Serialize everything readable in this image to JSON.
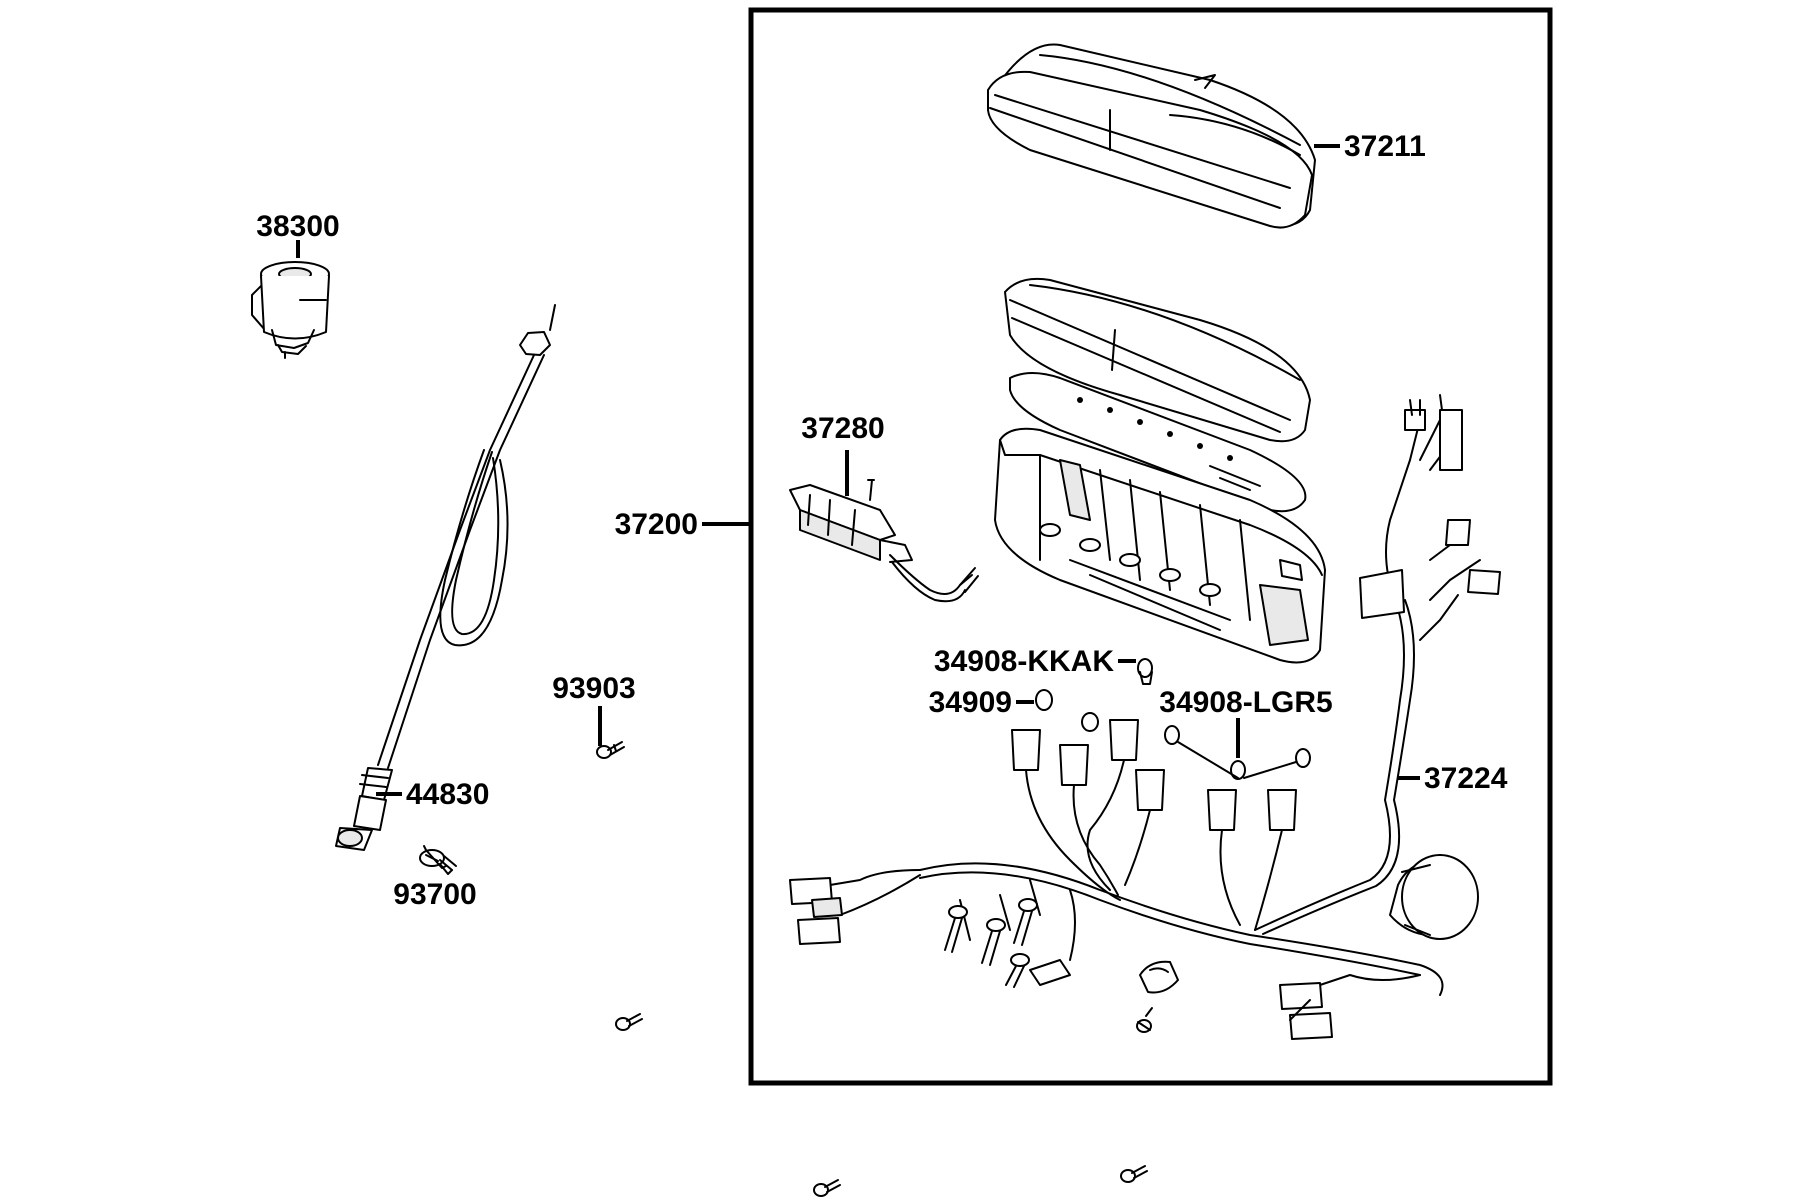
{
  "diagram": {
    "labels": {
      "p38300": "38300",
      "p37200": "37200",
      "p37211": "37211",
      "p37280": "37280",
      "p34908_kkak": "34908-KKAK",
      "p34909": "34909",
      "p34908_lgr5": "34908-LGR5",
      "p37224": "37224",
      "p93903": "93903",
      "p44830": "44830",
      "p93700": "93700"
    }
  }
}
